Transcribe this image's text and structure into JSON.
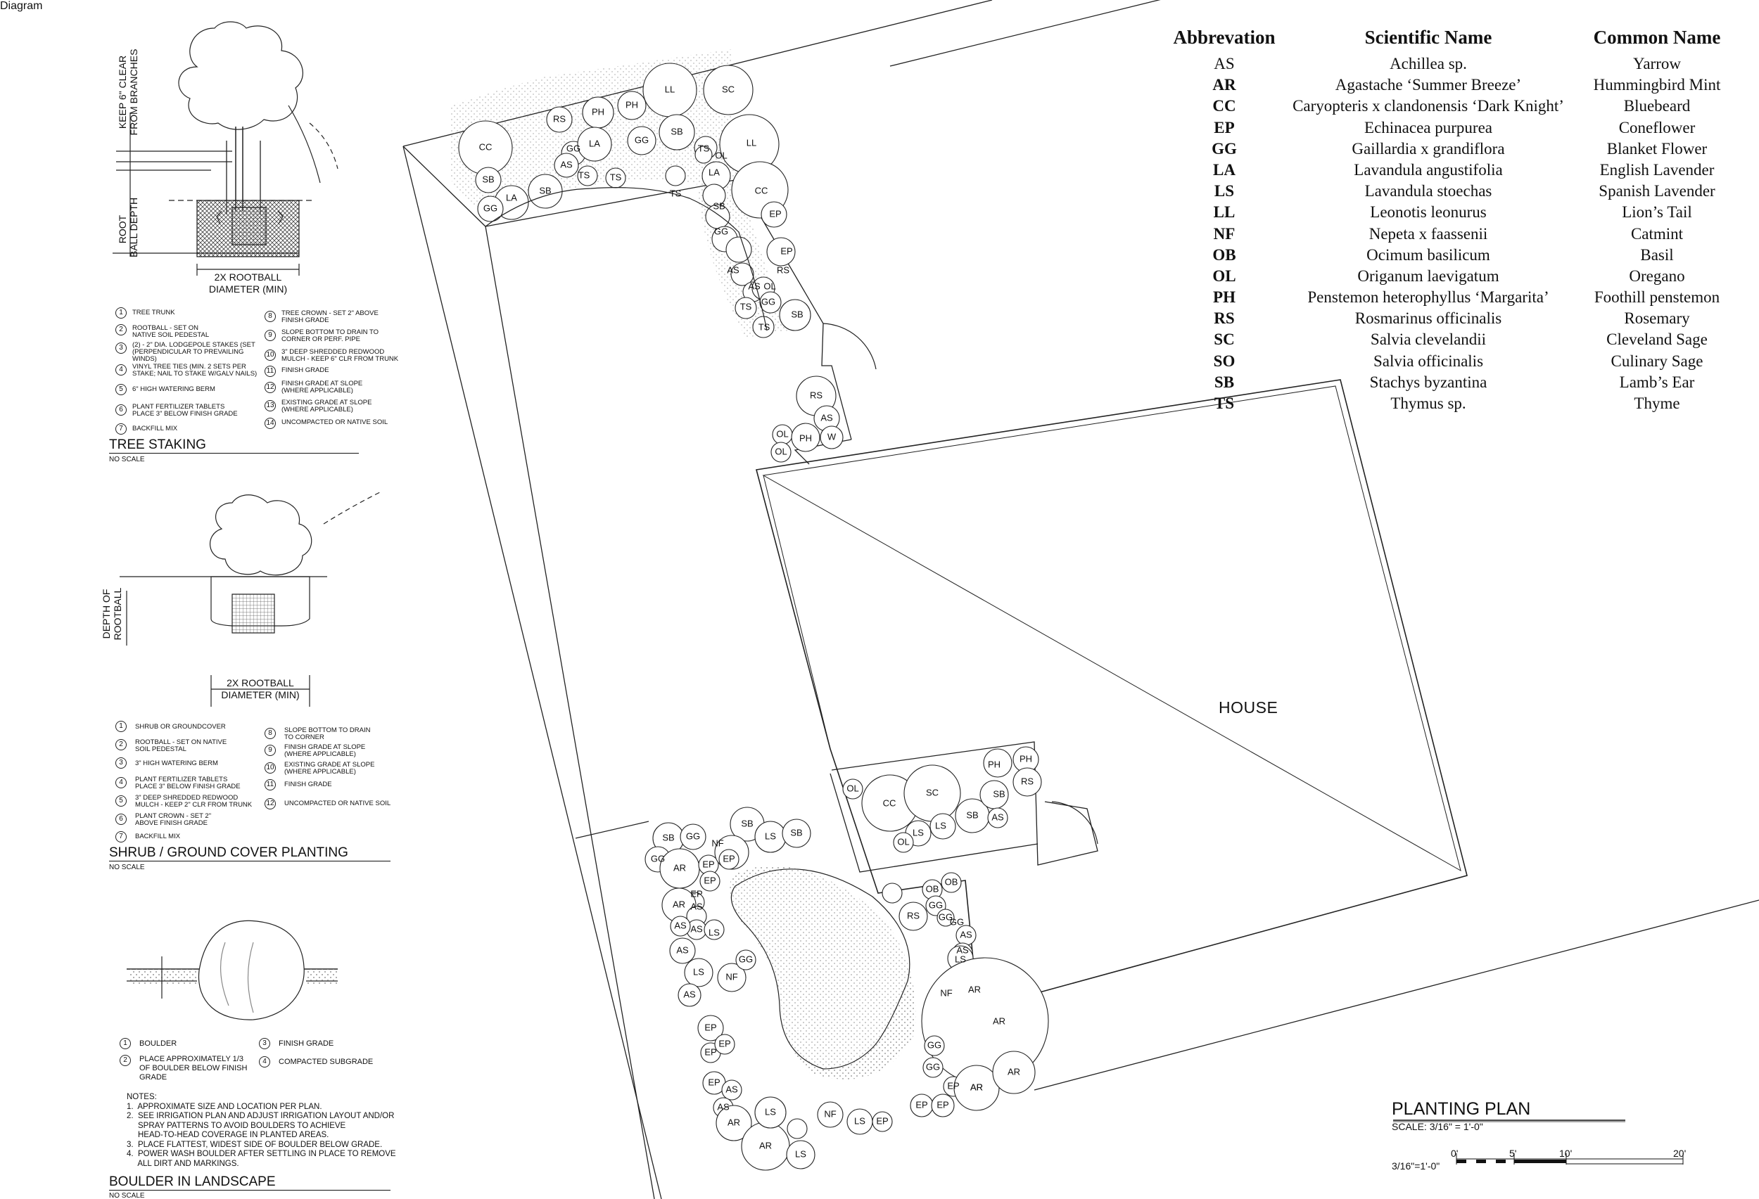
{
  "legend_table": {
    "headers": {
      "abbreviation": "Abbrevation",
      "scientific": "Scientific Name",
      "common": "Common Name"
    },
    "rows": [
      {
        "abbr": "AS",
        "scientific": "Achillea sp.",
        "common": "Yarrow"
      },
      {
        "abbr": "AR",
        "scientific": "Agastache ‘Summer Breeze’",
        "common": "Hummingbird Mint"
      },
      {
        "abbr": "CC",
        "scientific": "Caryopteris x clandonensis ‘Dark Knight’",
        "common": "Bluebeard"
      },
      {
        "abbr": "EP",
        "scientific": "Echinacea purpurea",
        "common": "Coneflower"
      },
      {
        "abbr": "GG",
        "scientific": "Gaillardia x grandiflora",
        "common": "Blanket Flower"
      },
      {
        "abbr": "LA",
        "scientific": "Lavandula angustifolia",
        "common": "English Lavender"
      },
      {
        "abbr": "LS",
        "scientific": "Lavandula stoechas",
        "common": "Spanish Lavender"
      },
      {
        "abbr": "LL",
        "scientific": "Leonotis leonurus",
        "common": "Lion’s Tail"
      },
      {
        "abbr": "NF",
        "scientific": "Nepeta x faassenii",
        "common": "Catmint"
      },
      {
        "abbr": "OB",
        "scientific": "Ocimum basilicum",
        "common": "Basil"
      },
      {
        "abbr": "OL",
        "scientific": "Origanum laevigatum",
        "common": "Oregano"
      },
      {
        "abbr": "PH",
        "scientific": "Penstemon heterophyllus ‘Margarita’",
        "common": "Foothill penstemon"
      },
      {
        "abbr": "RS",
        "scientific": "Rosmarinus officinalis",
        "common": "Rosemary"
      },
      {
        "abbr": "SC",
        "scientific": "Salvia clevelandii",
        "common": "Cleveland Sage"
      },
      {
        "abbr": "SO",
        "scientific": "Salvia officinalis",
        "common": "Culinary Sage"
      },
      {
        "abbr": "SB",
        "scientific": "Stachys byzantina",
        "common": "Lamb’s Ear"
      },
      {
        "abbr": "TS",
        "scientific": "Thymus sp.",
        "common": "Thyme"
      }
    ]
  },
  "plan": {
    "house_label": "HOUSE",
    "title": "PLANTING PLAN",
    "scale": "SCALE: 3/16\" = 1'-0\"",
    "scale_bar": {
      "ratio": "3/16\"=1'-0\"",
      "ticks": [
        "0'",
        "5'",
        "10'",
        "20'"
      ]
    },
    "plant_labels": {
      "top_bed": [
        "CC",
        "SB",
        "GG",
        "LA",
        "SB",
        "RS",
        "GG",
        "AS",
        "PH",
        "LA",
        "PH",
        "TS",
        "TS",
        "GG",
        "LL",
        "SC",
        "SB",
        "TS",
        "OL",
        "TS",
        "LA",
        "LL",
        "CC",
        "SB",
        "GG",
        "EP",
        "EP",
        "AS",
        "RS",
        "AS",
        "OL",
        "TS",
        "GG",
        "SB",
        "TS"
      ],
      "corner_bed": [
        "RS",
        "AS",
        "OL",
        "PH",
        "W",
        "OL"
      ],
      "house_bed": [
        "PH",
        "PH",
        "RS",
        "CC",
        "SC",
        "SB",
        "SB",
        "LS",
        "LS",
        "OL",
        "AS",
        "OL"
      ],
      "bottom_bed": [
        "SB",
        "GG",
        "SB",
        "LS",
        "SB",
        "GG",
        "AR",
        "EP",
        "EP",
        "NF",
        "EP",
        "AR",
        "AS",
        "EP",
        "AS",
        "AS",
        "AS",
        "LS",
        "NF",
        "GG",
        "AS",
        "LS",
        "EP",
        "EP",
        "EP",
        "EP",
        "AS",
        "AS",
        "LS",
        "AR",
        "AR",
        "LS",
        "NF",
        "LS",
        "EP",
        "EP",
        "AR",
        "OB",
        "OB",
        "GG",
        "RS",
        "GG",
        "GG",
        "AS",
        "AS",
        "LS",
        "NF",
        "AR",
        "AR",
        "GG",
        "GG",
        "EP",
        "EP",
        "AR",
        "AR"
      ]
    }
  },
  "tree_detail": {
    "title": "TREE STAKING",
    "subtitle": "NO SCALE",
    "dim_clear": "KEEP 6\" CLEAR\nFROM BRANCHES",
    "dim_root": "ROOT\nBALL DEPTH",
    "dim_width": "2X ROOTBALL\nDIAMETER (MIN)",
    "legend_left": [
      {
        "n": "1",
        "t": "TREE TRUNK"
      },
      {
        "n": "2",
        "t": "ROOTBALL - SET ON NATIVE SOIL PEDESTAL"
      },
      {
        "n": "3",
        "t": "(2) - 2\" DIA. LODGEPOLE STAKES (SET (PERPENDICULAR TO PREVAILING WINDS)"
      },
      {
        "n": "4",
        "t": "VINYL TREE TIES (MIN. 2 SETS PER STAKE; NAIL TO STAKE W/GALV NAILS)"
      },
      {
        "n": "5",
        "t": "6\" HIGH WATERING BERM"
      },
      {
        "n": "6",
        "t": "PLANT FERTILIZER TABLETS PLACE 3\" BELOW FINISH GRADE"
      },
      {
        "n": "7",
        "t": "BACKFILL MIX"
      }
    ],
    "legend_right": [
      {
        "n": "8",
        "t": "TREE CROWN - SET 2\" ABOVE FINISH GRADE"
      },
      {
        "n": "9",
        "t": "SLOPE BOTTOM TO DRAIN TO CORNER OR PERF. PIPE"
      },
      {
        "n": "10",
        "t": "3\" DEEP SHREDDED REDWOOD MULCH - KEEP 6\" CLR FROM TRUNK"
      },
      {
        "n": "11",
        "t": "FINISH GRADE"
      },
      {
        "n": "12",
        "t": "FINISH GRADE AT SLOPE (WHERE APPLICABLE)"
      },
      {
        "n": "13",
        "t": "EXISTING GRADE AT SLOPE (WHERE APPLICABLE)"
      },
      {
        "n": "14",
        "t": "UNCOMPACTED OR NATIVE SOIL"
      }
    ]
  },
  "shrub_detail": {
    "title": "SHRUB / GROUND COVER PLANTING",
    "subtitle": "NO SCALE",
    "dim_depth": "DEPTH OF\nROOTBALL",
    "dim_width": "2X ROOTBALL\nDIAMETER (MIN)",
    "legend_left": [
      {
        "n": "1",
        "t": "SHRUB OR GROUNDCOVER"
      },
      {
        "n": "2",
        "t": "ROOTBALL - SET ON NATIVE SOIL PEDESTAL"
      },
      {
        "n": "3",
        "t": "3\" HIGH WATERING BERM"
      },
      {
        "n": "4",
        "t": "PLANT FERTILIZER TABLETS PLACE 3\" BELOW FINISH GRADE"
      },
      {
        "n": "5",
        "t": "3\" DEEP SHREDDED REDWOOD MULCH - KEEP 2\" CLR FROM TRUNK"
      },
      {
        "n": "6",
        "t": "PLANT CROWN - SET 2\" ABOVE FINISH GRADE"
      },
      {
        "n": "7",
        "t": "BACKFILL MIX"
      }
    ],
    "legend_right": [
      {
        "n": "8",
        "t": "SLOPE BOTTOM TO DRAIN TO CORNER"
      },
      {
        "n": "9",
        "t": "FINISH GRADE AT SLOPE (WHERE APPLICABLE)"
      },
      {
        "n": "10",
        "t": "EXISTING GRADE AT SLOPE (WHERE APPLICABLE)"
      },
      {
        "n": "11",
        "t": "FINISH GRADE"
      },
      {
        "n": "12",
        "t": "UNCOMPACTED OR NATIVE SOIL"
      }
    ]
  },
  "boulder_detail": {
    "title": "BOULDER IN LANDSCAPE",
    "subtitle": "NO SCALE",
    "legend": [
      {
        "n": "1",
        "t": "BOULDER"
      },
      {
        "n": "2",
        "t": "PLACE APPROXIMATELY 1/3 OF BOULDER BELOW FINISH GRADE"
      },
      {
        "n": "3",
        "t": "FINISH GRADE"
      },
      {
        "n": "4",
        "t": "COMPACTED SUBGRADE"
      }
    ],
    "notes": "NOTES:\n1.  APPROXIMATE SIZE AND LOCATION PER PLAN.\n2.  SEE IRRIGATION PLAN AND ADJUST IRRIGATION LAYOUT AND/OR\n     SPRAY PATTERNS TO AVOID BOULDERS TO ACHIEVE\n     HEAD-TO-HEAD COVERAGE IN PLANTED AREAS.\n3.  PLACE FLATTEST, WIDEST SIDE OF BOULDER BELOW GRADE.\n4.  POWER WASH BOULDER AFTER SETTLING IN PLACE TO REMOVE\n     ALL DIRT AND MARKINGS."
  }
}
